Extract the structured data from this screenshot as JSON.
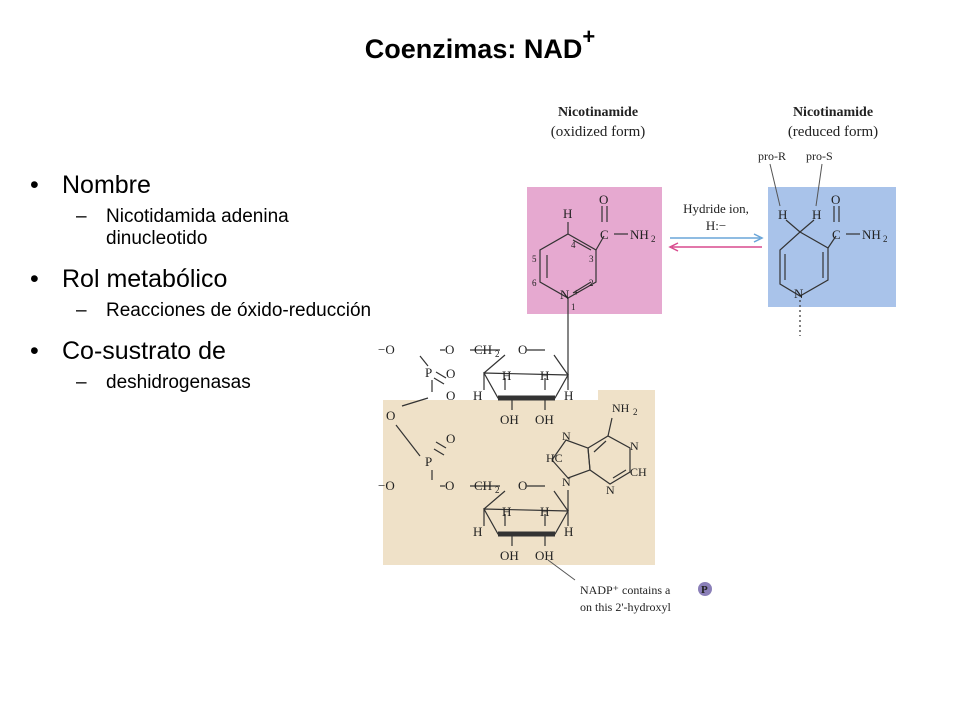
{
  "slide": {
    "title": "Coenzimas:  NAD",
    "title_sup": "+"
  },
  "bullets": [
    {
      "label": "Nombre",
      "sub": "Nicotidamida adenina dinucleotido"
    },
    {
      "label": "Rol metabólico",
      "sub": "Reacciones de óxido-reducción"
    },
    {
      "label": "Co-sustrato de",
      "sub": "deshidrogenasas"
    }
  ],
  "diagram": {
    "ox_title": "Nicotinamide",
    "ox_sub": "(oxidized form)",
    "red_title": "Nicotinamide",
    "red_sub": "(reduced form)",
    "pro_r": "pro-R",
    "pro_s": "pro-S",
    "hydride": "Hydride ion,",
    "hydride_sym": "H:−",
    "note_line1": "NADP⁺ contains a",
    "note_p": "P",
    "note_line2": "on this 2'-hydroxyl",
    "colors": {
      "pink": "#e6a9d0",
      "blue": "#a9c3ea",
      "tan": "#efe1c8",
      "arrow_blue": "#6aa5d8",
      "arrow_pink": "#d84a8e"
    }
  }
}
